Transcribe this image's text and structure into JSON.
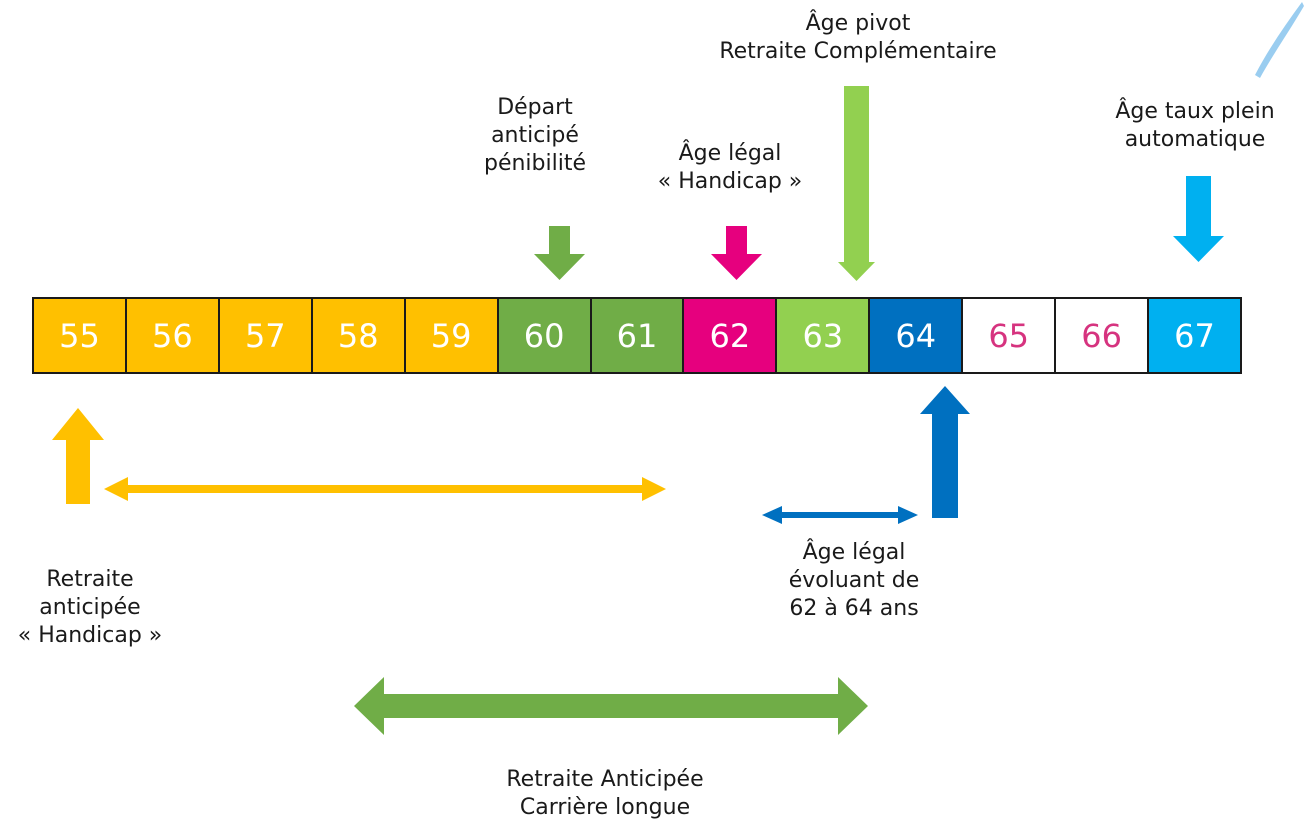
{
  "timeline": {
    "ages": [
      {
        "age": "55",
        "bg": "#FFC000",
        "fg": "#ffffff"
      },
      {
        "age": "56",
        "bg": "#FFC000",
        "fg": "#ffffff"
      },
      {
        "age": "57",
        "bg": "#FFC000",
        "fg": "#ffffff"
      },
      {
        "age": "58",
        "bg": "#FFC000",
        "fg": "#ffffff"
      },
      {
        "age": "59",
        "bg": "#FFC000",
        "fg": "#ffffff"
      },
      {
        "age": "60",
        "bg": "#70AD47",
        "fg": "#ffffff"
      },
      {
        "age": "61",
        "bg": "#70AD47",
        "fg": "#ffffff"
      },
      {
        "age": "62",
        "bg": "#E6007E",
        "fg": "#ffffff"
      },
      {
        "age": "63",
        "bg": "#92D050",
        "fg": "#ffffff"
      },
      {
        "age": "64",
        "bg": "#0070C0",
        "fg": "#ffffff"
      },
      {
        "age": "65",
        "bg": "#ffffff",
        "fg": "#D6337F"
      },
      {
        "age": "66",
        "bg": "#ffffff",
        "fg": "#D6337F"
      },
      {
        "age": "67",
        "bg": "#00B0F0",
        "fg": "#ffffff"
      }
    ]
  },
  "labels": {
    "age_pivot": [
      "Âge pivot",
      "Retraite Complémentaire"
    ],
    "depart_penibilite": [
      "Départ",
      "anticipé",
      "pénibilité"
    ],
    "age_legal_handicap": [
      "Âge légal",
      "« Handicap »"
    ],
    "age_taux_plein": [
      "Âge taux plein",
      "automatique"
    ],
    "retraite_anticipee_handicap": [
      "Retraite",
      "anticipée",
      "« Handicap »"
    ],
    "age_legal_evoluant": [
      "Âge légal",
      "évoluant de",
      "62 à 64 ans"
    ],
    "retraite_carriere_longue": [
      "Retraite Anticipée",
      "Carrière longue"
    ]
  },
  "colors": {
    "yellow": "#FFC000",
    "dark_green": "#70AD47",
    "magenta": "#E6007E",
    "light_green": "#92D050",
    "dark_blue": "#0070C0",
    "light_blue": "#00B0F0"
  }
}
